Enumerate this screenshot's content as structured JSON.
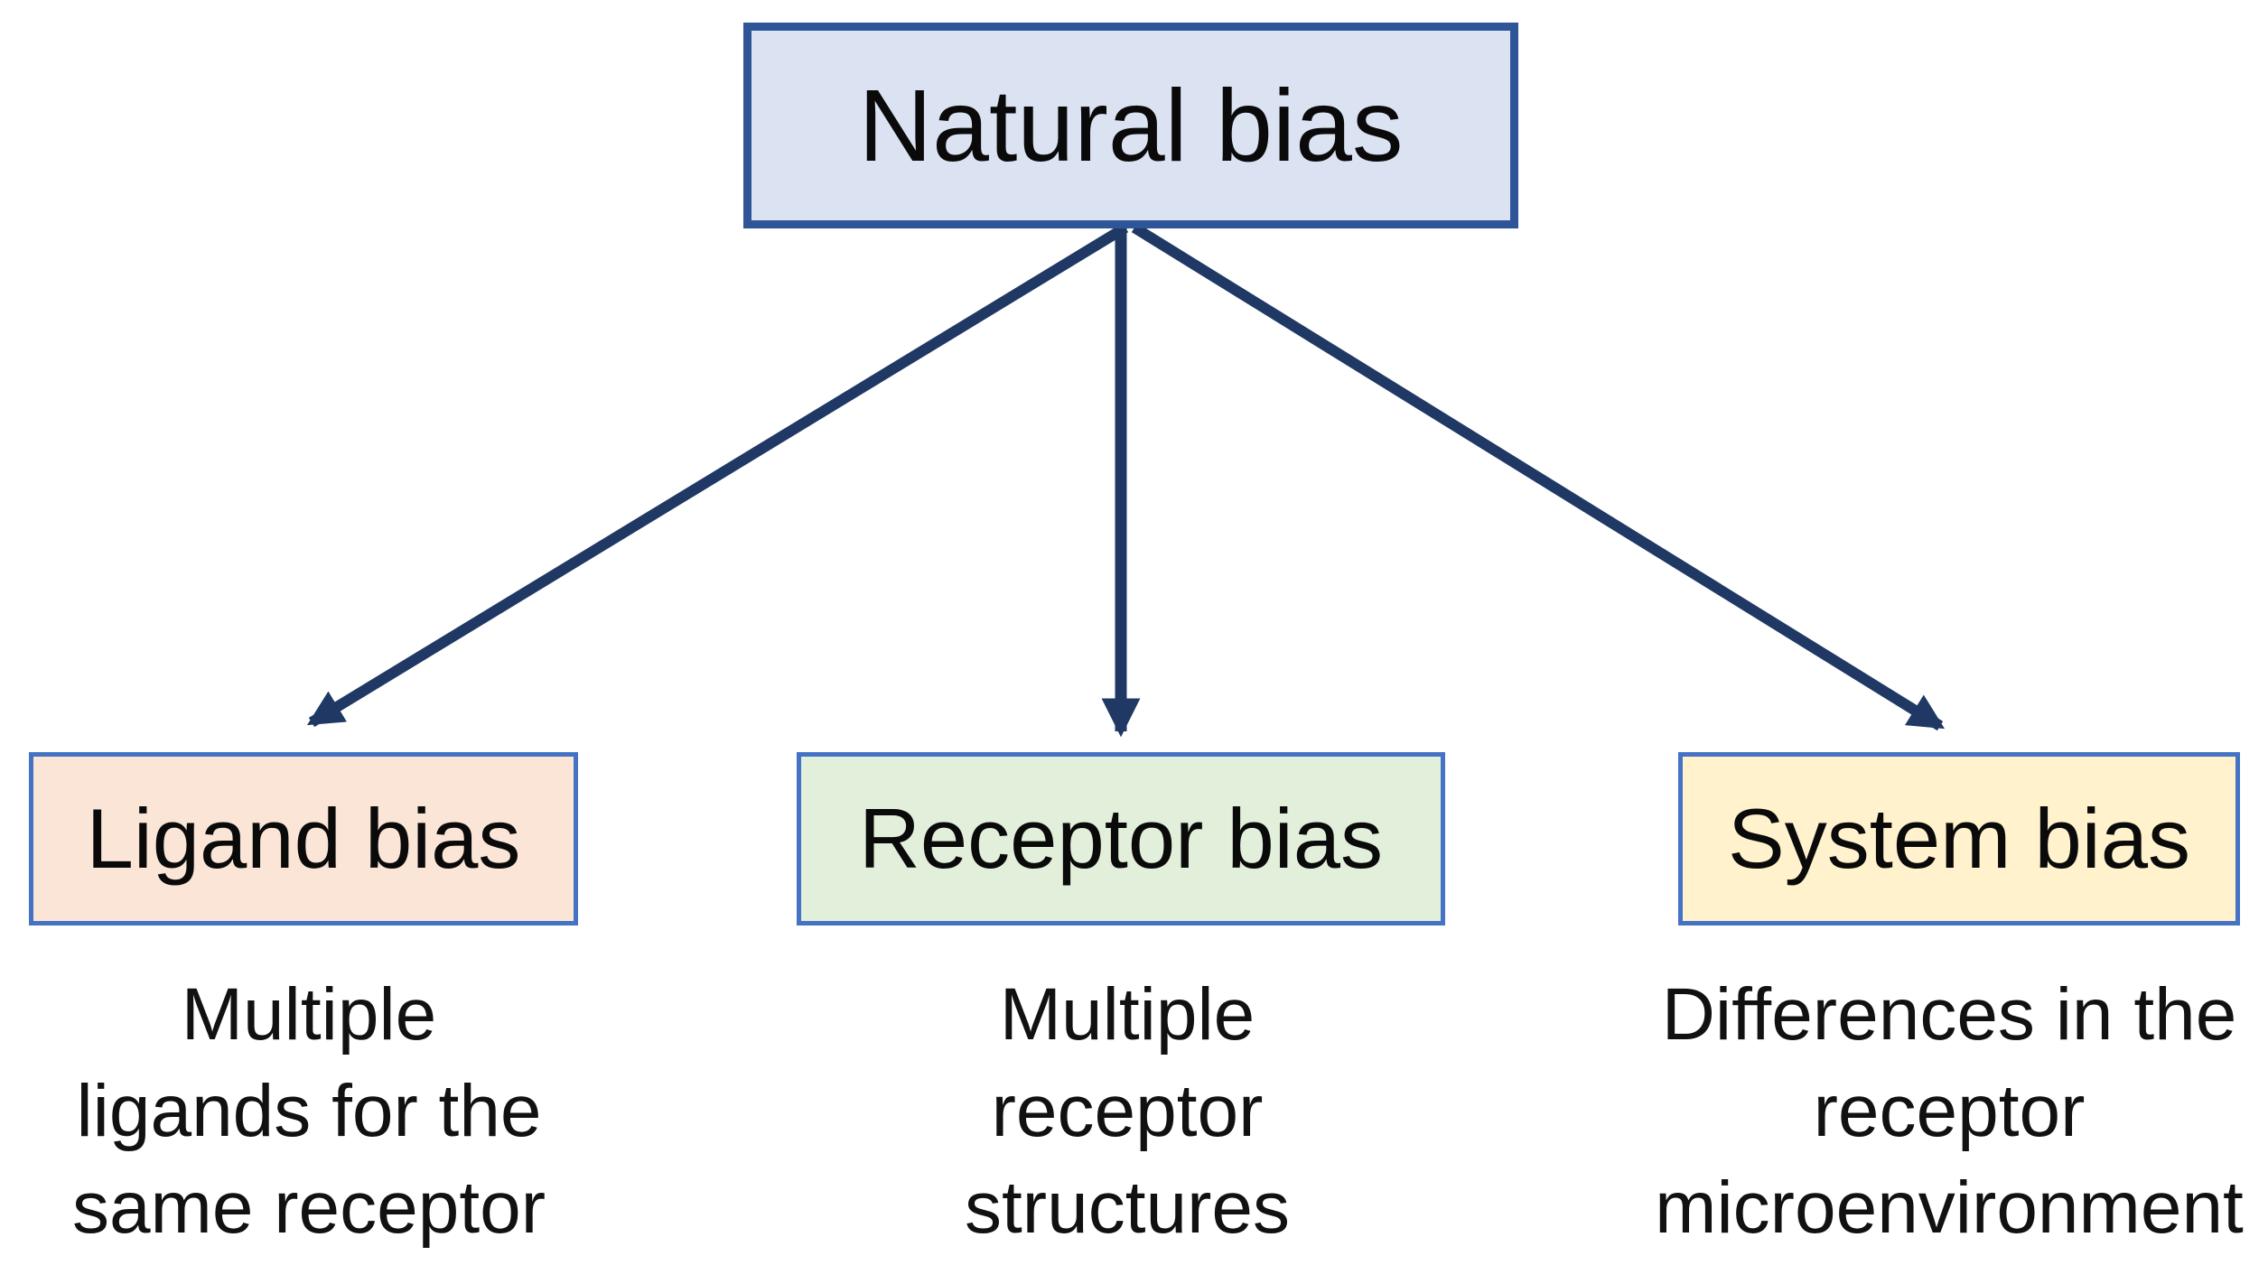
{
  "diagram": {
    "title_node": {
      "label": "Natural bias",
      "fill_color": "#dbe3f3",
      "border_color": "#2e5597"
    },
    "arrow_color": "#1f3864",
    "child_border_color": "#4472c4",
    "children": [
      {
        "label": "Ligand bias",
        "fill_color": "#fbe5d6",
        "description": "Multiple ligands for the same receptor",
        "desc_lines": [
          "Multiple",
          "ligands for the",
          "same receptor"
        ]
      },
      {
        "label": "Receptor bias",
        "fill_color": "#e2efda",
        "description": "Multiple receptor structures",
        "desc_lines": [
          "Multiple",
          "receptor",
          "structures"
        ]
      },
      {
        "label": "System bias",
        "fill_color": "#fff2cc",
        "description": "Differences in the receptor microenvironment",
        "desc_lines": [
          "Differences in the",
          "receptor",
          "microenvironment"
        ]
      }
    ]
  }
}
